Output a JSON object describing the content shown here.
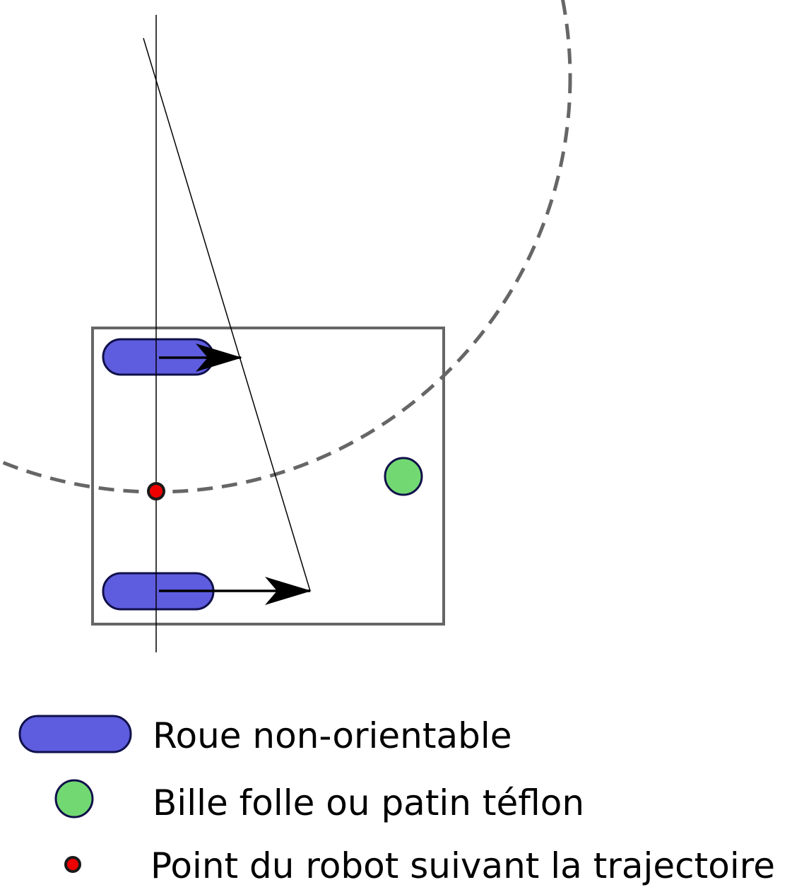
{
  "colors": {
    "wheel_fill": "#5e5ddf",
    "wheel_stroke": "#10104a",
    "caster_fill": "#72d972",
    "caster_stroke": "#10104a",
    "tracking_point_fill": "#ee0000",
    "tracking_point_stroke": "#1a1a1a",
    "chassis_stroke": "#666666",
    "trajectory_stroke": "#666666",
    "line_color": "#000000"
  },
  "legend": {
    "wheel_label": "Roue non-orientable",
    "caster_label": "Bille folle ou patin téflon",
    "point_label": "Point du robot suivant la trajectoire"
  }
}
